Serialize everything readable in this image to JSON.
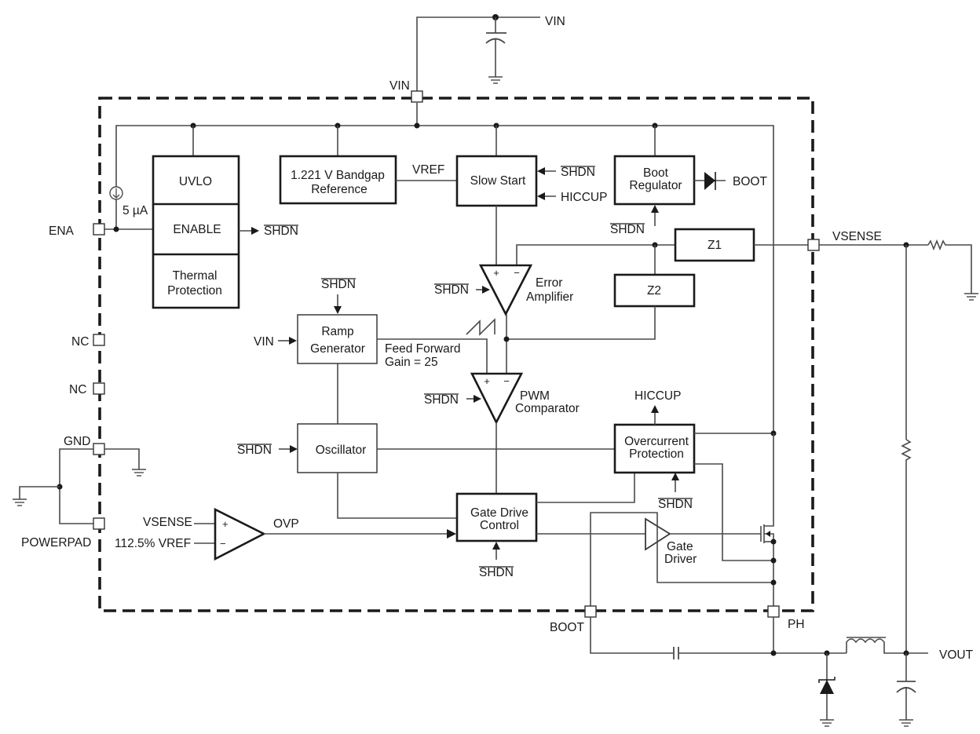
{
  "diagram": {
    "type": "block-diagram",
    "pins": {
      "vin": "VIN",
      "ena": "ENA",
      "nc1": "NC",
      "nc2": "NC",
      "gnd": "GND",
      "powerpad": "POWERPAD",
      "vsense": "VSENSE",
      "boot": "BOOT",
      "ph": "PH"
    },
    "external": {
      "vin_supply": "VIN",
      "vout": "VOUT"
    },
    "blocks": {
      "uvlo": "UVLO",
      "enable": "ENABLE",
      "thermal_line1": "Thermal",
      "thermal_line2": "Protection",
      "bandgap_line1": "1.221 V Bandgap",
      "bandgap_line2": "Reference",
      "slow_start": "Slow Start",
      "boot_reg_line1": "Boot",
      "boot_reg_line2": "Regulator",
      "z1": "Z1",
      "z2": "Z2",
      "ramp_line1": "Ramp",
      "ramp_line2": "Generator",
      "oscillator": "Oscillator",
      "gate_drive_line1": "Gate Drive",
      "gate_drive_line2": "Control",
      "ocp_line1": "Overcurrent",
      "ocp_line2": "Protection"
    },
    "amps": {
      "error_line1": "Error",
      "error_line2": "Amplifier",
      "pwm_line1": "PWM",
      "pwm_line2": "Comparator",
      "gate_driver_line1": "Gate",
      "gate_driver_line2": "Driver",
      "ovp_in_plus": "VSENSE",
      "ovp_in_minus": "112.5% VREF",
      "ovp_out": "OVP",
      "plus": "+",
      "minus": "−"
    },
    "signals": {
      "shdn": "SHDN",
      "hiccup": "HICCUP",
      "vref": "VREF",
      "boot": "BOOT",
      "vin": "VIN",
      "current_source": "5 µA",
      "feed_forward_line1": "Feed Forward",
      "feed_forward_line2": "Gain = 25"
    }
  }
}
